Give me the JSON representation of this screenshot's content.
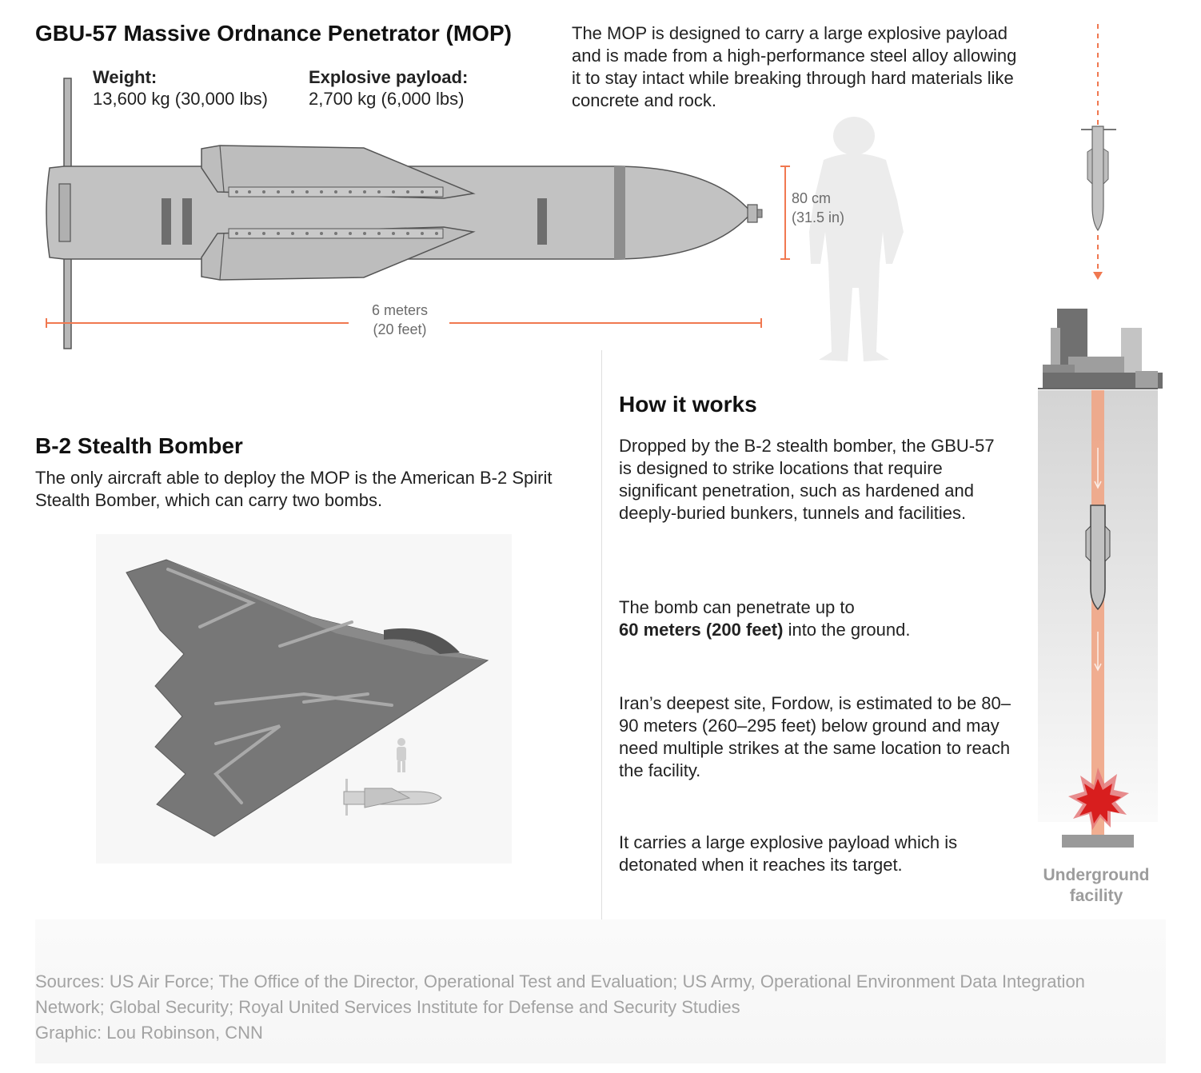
{
  "mop": {
    "title": "GBU-57 Massive Ordnance Penetrator (MOP)",
    "weight_label": "Weight:",
    "weight_value": "13,600 kg (30,000 lbs)",
    "payload_label": "Explosive payload:",
    "payload_value": "2,700 kg (6,000 lbs)",
    "description": "The MOP is designed to carry a large explosive payload and is made from a high-performance steel alloy allowing it to stay intact while breaking through hard materials like concrete and rock.",
    "diameter_metric": "80 cm",
    "diameter_imperial": "(31.5 in)",
    "length_metric": "6 meters",
    "length_imperial": "(20 feet)"
  },
  "b2": {
    "title": "B-2 Stealth Bomber",
    "description": "The only aircraft able to deploy the MOP is the American B-2 Spirit Stealth Bomber, which can carry two bombs."
  },
  "how": {
    "title": "How it works",
    "p1": "Dropped by the B-2 stealth bomber, the GBU-57 is designed to strike locations that require significant penetration, such as hardened and deeply-buried bunkers, tunnels and facilities.",
    "p2_prefix": "The bomb can penetrate up to",
    "p2_bold": "60 meters (200 feet)",
    "p2_suffix": " into the ground.",
    "p3": "Iran’s deepest site, Fordow, is estimated to be 80–90 meters (260–295 feet) below ground and may need multiple strikes at the same location to reach the facility.",
    "p4": "It carries a large explosive payload which is detonated when it reaches its target."
  },
  "facility": {
    "line1": "Underground",
    "line2": "facility"
  },
  "footer": {
    "sources": "Sources: US Air Force; The Office of the Director, Operational Test and Evaluation; US Army, Operational Environment Data Integration Network; Global Security; Royal United Services Institute for Defense and Security Studies",
    "credit": "Graphic: Lou Robinson, CNN"
  },
  "colors": {
    "accent": "#f07850",
    "trail": "#f0a585",
    "explosion": "#d81e1e",
    "bomb_gray": "#b8b8b8",
    "bomb_dark": "#6e6e6e",
    "silhouette": "#ececec"
  },
  "icons": {
    "soldier": "soldier-silhouette-icon",
    "bomb": "bomb-icon",
    "bomber": "b2-bomber-icon",
    "explosion": "explosion-icon",
    "building": "building-icon"
  }
}
